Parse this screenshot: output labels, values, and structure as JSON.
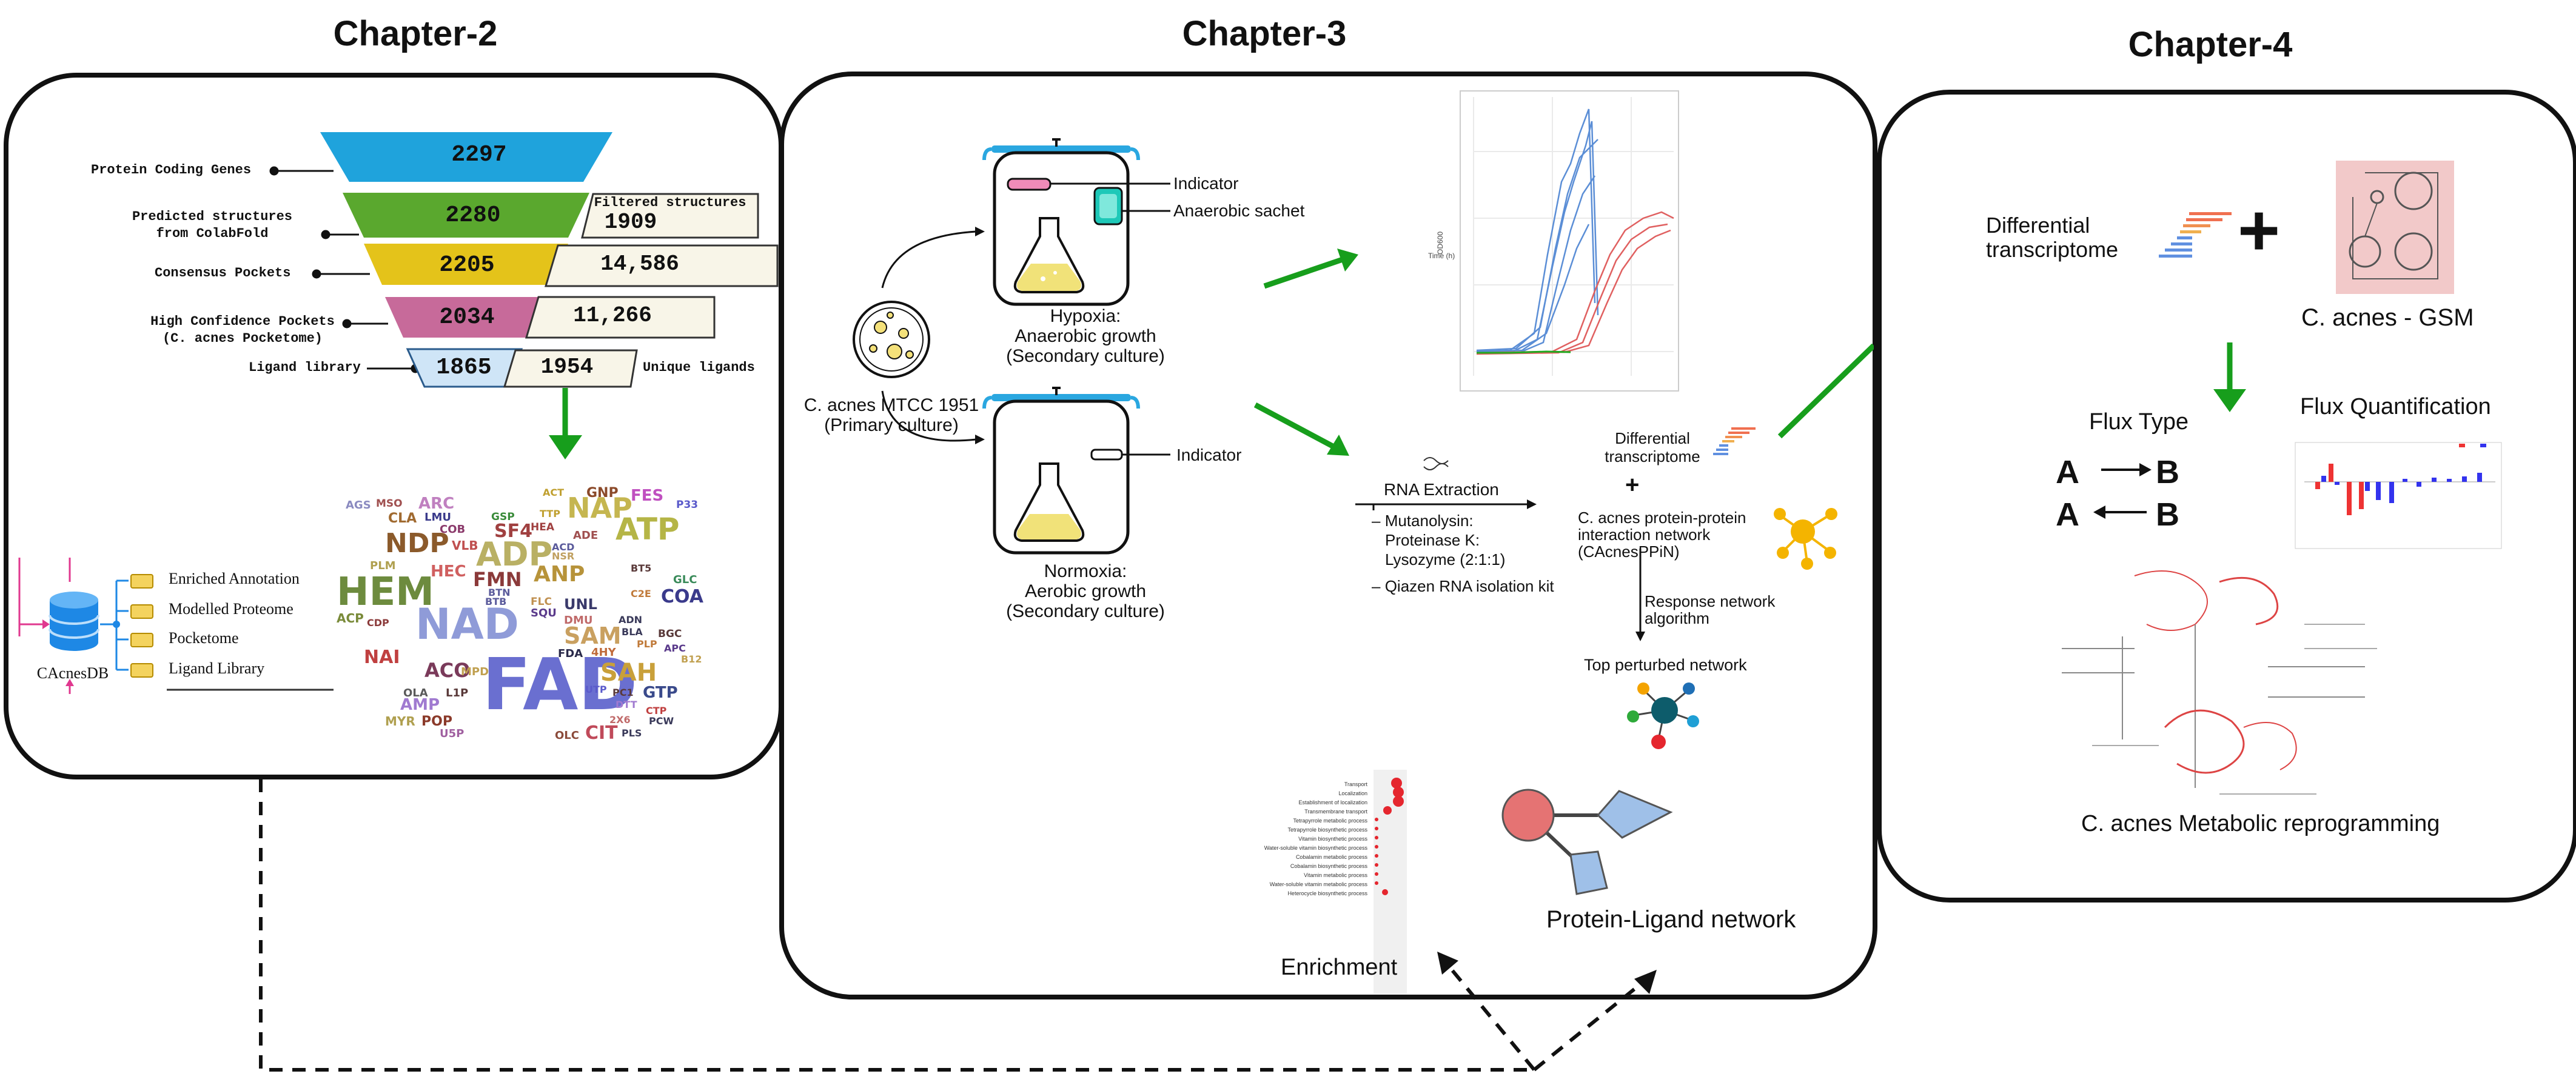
{
  "titles": {
    "ch2": "Chapter-2",
    "ch3": "Chapter-3",
    "ch4": "Chapter-4"
  },
  "funnel": {
    "rows": [
      {
        "label": "Protein Coding Genes",
        "value": "2297",
        "color": "#1fa3dc"
      },
      {
        "label": "Predicted structures from ColabFold",
        "value": "2280",
        "side_title": "Filtered structures",
        "side_value": "1909",
        "color": "#5aa82e"
      },
      {
        "label": "Consensus Pockets",
        "value": "2205",
        "side_value": "14,586",
        "color": "#e4c31a"
      },
      {
        "label": "High Confidence Pockets (C. acnes Pocketome)",
        "value": "2034",
        "side_value": "11,266",
        "color": "#c76a9a"
      },
      {
        "label": "Ligand library",
        "value": "1865",
        "side_value": "1954",
        "right_label": "Unique ligands",
        "color": "#cfe5f7"
      }
    ]
  },
  "db": {
    "name": "CAcnesDB",
    "items": [
      "Enriched Annotation",
      "Modelled Proteome",
      "Pocketome",
      "Ligand Library"
    ]
  },
  "wordcloud": [
    "FAD",
    "NAD",
    "HEM",
    "ADP",
    "NDP",
    "ATP",
    "NAP",
    "SAH",
    "SAM",
    "ANP",
    "FMN",
    "COA",
    "SF4",
    "ACO",
    "CIT",
    "GTP",
    "HEC",
    "UNL",
    "AGS",
    "MSO",
    "ARC",
    "CLA",
    "FES",
    "GNP",
    "ACP",
    "NAI",
    "AMP",
    "POP",
    "PLM",
    "FDA",
    "ADE",
    "SQU",
    "FLC",
    "BTB",
    "OLA",
    "GLC",
    "ACT",
    "COB",
    "LMU",
    "VLB",
    "MYR",
    "L1P",
    "U5P",
    "OLC",
    "PLP",
    "CTP",
    "PCW",
    "PLS",
    "BGC",
    "BTN",
    "CDP",
    "MPD",
    "DMU",
    "4HY",
    "BT5",
    "C2E",
    "APC",
    "GSP",
    "TTP",
    "HEA",
    "ACD",
    "P33",
    "NSR",
    "B12",
    "UTP",
    "2X6",
    "PC1",
    "DTT",
    "ADN",
    "BLA"
  ],
  "ch3": {
    "hypoxia_labels": [
      "Indicator",
      "Anaerobic sachet"
    ],
    "hypoxia_caption": [
      "Hypoxia:",
      "Anaerobic growth",
      "(Secondary culture)"
    ],
    "normoxia_label": "Indicator",
    "normoxia_caption": [
      "Normoxia:",
      "Aerobic growth",
      "(Secondary culture)"
    ],
    "primary_caption": [
      "C. acnes MTCC 1951",
      "(Primary culture)"
    ],
    "growth_chart": {
      "xlabel": "Time (h)",
      "ylabel": "OD600"
    },
    "rna_title": "RNA Extraction",
    "rna_steps": [
      "Mutanolysin:",
      "Proteinase K:",
      "Lysozyme (2:1:1)",
      "Qiazen RNA isolation kit"
    ],
    "diff_transcriptome": [
      "Differential",
      "transcriptome"
    ],
    "plus": "+",
    "ppin": [
      "C. acnes protein-protein",
      "interaction network",
      "(CAcnesPPiN)"
    ],
    "response": [
      "Response network",
      "algorithm"
    ],
    "top_network": "Top perturbed network",
    "enrichment_terms": [
      "Transport",
      "Localization",
      "Establishment of localization",
      "Transmembrane transport",
      "Tetrapyrrole metabolic process",
      "Tetrapyrrole biosynthetic process",
      "Vitamin biosynthetic process",
      "Water-soluble vitamin biosynthetic process",
      "Cobalamin metabolic process",
      "Cobalamin biosynthetic process",
      "Vitamin metabolic process",
      "Water-soluble vitamin metabolic process",
      "Heterocycle biosynthetic process"
    ],
    "enrichment_label": "Enrichment",
    "ligand_network_label": "Protein-Ligand network"
  },
  "ch4": {
    "diff_transcriptome": [
      "Differential",
      "transcriptome"
    ],
    "plus": "+",
    "gsm_label": "C. acnes - GSM",
    "flux_type": "Flux Type",
    "flux_quant": "Flux Quantification",
    "flux_rows": [
      [
        "A",
        "B"
      ],
      [
        "A",
        "B"
      ]
    ],
    "reprogramming": "C. acnes Metabolic reprogramming"
  },
  "colors": {
    "green_arrow": "#179e1c",
    "bottle_cap": "#2aa7e0",
    "db_blue": "#1e88e5",
    "db_pink": "#e0388f"
  }
}
